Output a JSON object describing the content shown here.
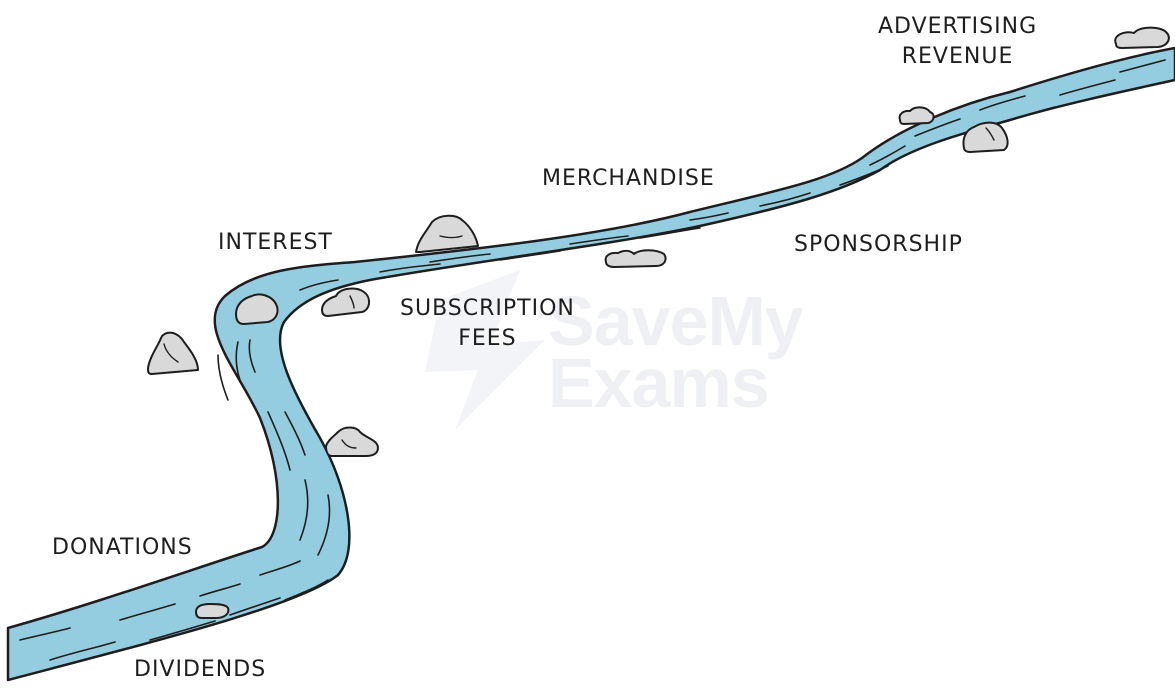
{
  "labels": {
    "advertising_revenue": [
      "ADVERTISING",
      "REVENUE"
    ],
    "merchandise": "MERCHANDISE",
    "sponsorship": "SPONSORSHIP",
    "interest": "INTEREST",
    "subscription_fees": [
      "SUBSCRIPTION",
      "FEES"
    ],
    "donations": "DONATIONS",
    "dividends": "DIVIDENDS"
  },
  "watermark": [
    "SaveMy",
    "Exams"
  ],
  "colors": {
    "river_fill": "#95cde0",
    "outline": "#1e1e1e",
    "rock_fill": "#d9d9d9",
    "text": "#1e1e1e",
    "watermark": "#eef0f4"
  }
}
